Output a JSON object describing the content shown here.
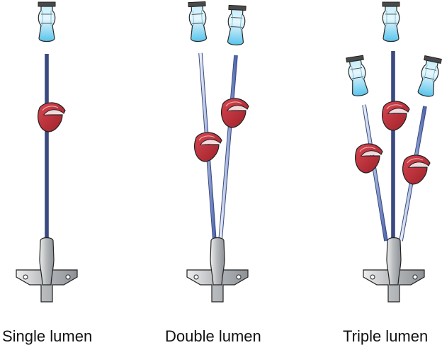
{
  "captions": {
    "single": "Single lumen",
    "double": "Double lumen",
    "triple": "Triple lumen"
  },
  "catheters": [
    {
      "name": "single-lumen-catheter",
      "lumens": 1
    },
    {
      "name": "double-lumen-catheter",
      "lumens": 2
    },
    {
      "name": "triple-lumen-catheter",
      "lumens": 3
    }
  ],
  "colors": {
    "hub_light": "#d6d8da",
    "hub_dark": "#9ea2a6",
    "cap": "#4a4a4a",
    "connector": "#6fd0f0",
    "connector_light": "#bfeafa",
    "clamp": "#c2313a",
    "clamp_dark": "#8a1820",
    "tube_light": "#d7def0",
    "tube_dark": "#4f68b0"
  }
}
